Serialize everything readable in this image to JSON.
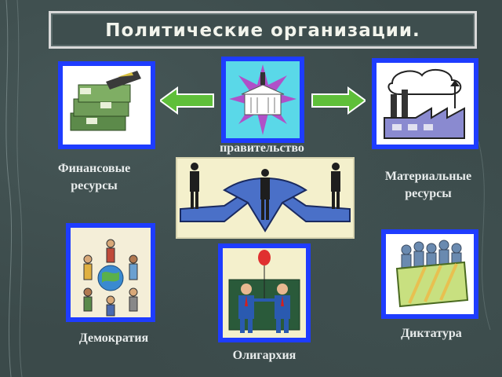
{
  "title": "Политические организации.",
  "labels": {
    "government": "правительство",
    "finance": "Финансовые ресурсы",
    "material": "Материальные ресурсы",
    "democracy": "Демократия",
    "dictatorship": "Диктатура",
    "oligarchy": "Олигархия"
  },
  "icons": {
    "finance": "money-stack-icon",
    "government": "white-house-icon",
    "material": "factory-icon",
    "center": "officers-on-arrows-icon",
    "democracy": "people-around-globe-icon",
    "oligarchy": "businessmen-with-balloon-icon",
    "dictatorship": "soldiers-in-box-icon"
  },
  "colors": {
    "frame_border": "#1e3cff",
    "arrow_fill": "#5fbf3a",
    "background": "#3b4a4a",
    "text": "#e8ecec"
  }
}
